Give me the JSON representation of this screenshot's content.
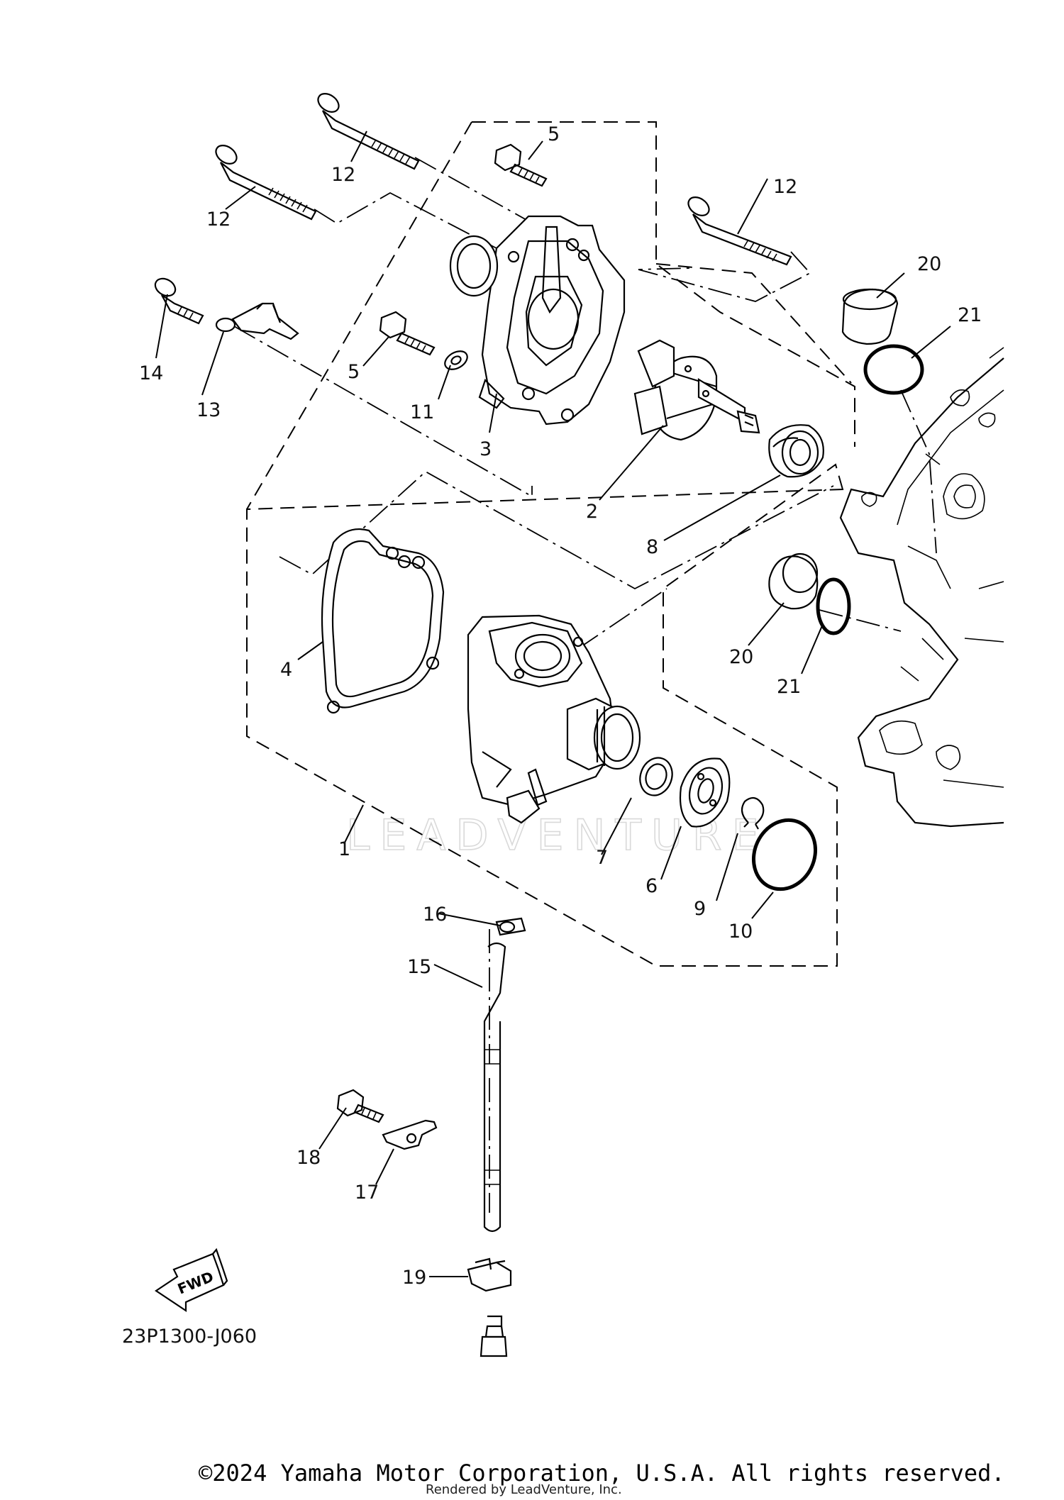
{
  "diagram": {
    "diagram_code": "23P1300-J060",
    "watermark": "LEADVENTURE",
    "fwd_label": "FWD",
    "callouts": [
      {
        "id": "c1",
        "label": "1"
      },
      {
        "id": "c2",
        "label": "2"
      },
      {
        "id": "c3",
        "label": "3"
      },
      {
        "id": "c4",
        "label": "4"
      },
      {
        "id": "c5a",
        "label": "5"
      },
      {
        "id": "c5b",
        "label": "5"
      },
      {
        "id": "c6",
        "label": "6"
      },
      {
        "id": "c7",
        "label": "7"
      },
      {
        "id": "c8",
        "label": "8"
      },
      {
        "id": "c9",
        "label": "9"
      },
      {
        "id": "c10",
        "label": "10"
      },
      {
        "id": "c11",
        "label": "11"
      },
      {
        "id": "c12a",
        "label": "12"
      },
      {
        "id": "c12b",
        "label": "12"
      },
      {
        "id": "c12c",
        "label": "12"
      },
      {
        "id": "c13",
        "label": "13"
      },
      {
        "id": "c14",
        "label": "14"
      },
      {
        "id": "c15",
        "label": "15"
      },
      {
        "id": "c16",
        "label": "16"
      },
      {
        "id": "c17",
        "label": "17"
      },
      {
        "id": "c18",
        "label": "18"
      },
      {
        "id": "c19",
        "label": "19"
      },
      {
        "id": "c20a",
        "label": "20"
      },
      {
        "id": "c20b",
        "label": "20"
      },
      {
        "id": "c21a",
        "label": "21"
      },
      {
        "id": "c21b",
        "label": "21"
      }
    ]
  },
  "footer": {
    "copyright": "©2024 Yamaha Motor Corporation, U.S.A. All rights reserved.",
    "rendered_by": "Rendered by LeadVenture, Inc."
  }
}
